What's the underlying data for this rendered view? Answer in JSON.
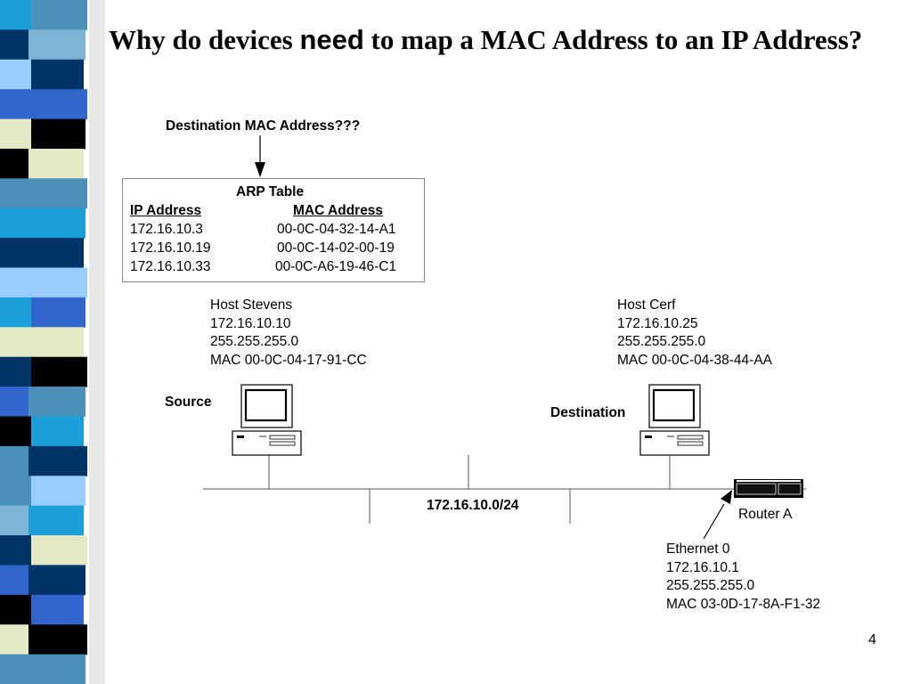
{
  "title": {
    "before": "Why do devices ",
    "emphasis": "need",
    "after": " to map a MAC Address to an IP Address?"
  },
  "dest_mac_question": "Destination MAC Address???",
  "arp_table": {
    "title": "ARP Table",
    "headers": [
      "IP Address",
      "MAC Address"
    ],
    "rows": [
      {
        "ip": "172.16.10.3",
        "mac": "00-0C-04-32-14-A1"
      },
      {
        "ip": "172.16.10.19",
        "mac": "00-0C-14-02-00-19"
      },
      {
        "ip": "172.16.10.33",
        "mac": "00-0C-A6-19-46-C1"
      }
    ]
  },
  "host_source": {
    "name": "Host Stevens",
    "ip": "172.16.10.10",
    "mask": "255.255.255.0",
    "mac": "MAC 00-0C-04-17-91-CC",
    "role": "Source"
  },
  "host_dest": {
    "name": "Host Cerf",
    "ip": "172.16.10.25",
    "mask": "255.255.255.0",
    "mac": "MAC 00-0C-04-38-44-AA",
    "role": "Destination"
  },
  "network_label": "172.16.10.0/24",
  "router": {
    "name": "Router A",
    "interface": "Ethernet 0",
    "ip": "172.16.10.1",
    "mask": "255.255.255.0",
    "mac": "MAC 03-0D-17-8A-F1-32"
  },
  "page_number": "4",
  "colors": {
    "stripes": [
      "#4a90b8",
      "#7fb3d5",
      "#003366",
      "#3366cc",
      "#000000",
      "#e5e8c4",
      "#4a90b8",
      "#1a9fd9",
      "#003366",
      "#99ccff",
      "#3366cc",
      "#e5e8c4",
      "#000000",
      "#4a90b8",
      "#1a9fd9",
      "#003366",
      "#99ccff",
      "#1a9fd9",
      "#e5e8c4",
      "#003366",
      "#3366cc",
      "#000000",
      "#4a90b8"
    ]
  }
}
